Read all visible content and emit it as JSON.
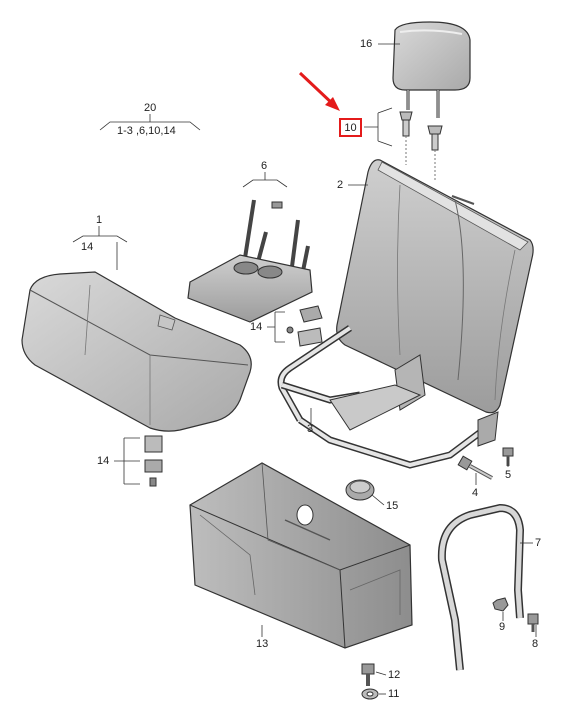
{
  "callouts": {
    "c1": "1",
    "c2": "2",
    "c3": "3",
    "c4": "4",
    "c5": "5",
    "c6": "6",
    "c7": "7",
    "c8": "8",
    "c9": "9",
    "c10": "10",
    "c11": "11",
    "c12": "12",
    "c13": "13",
    "c14a": "14",
    "c14b": "14",
    "c14c": "14",
    "c15": "15",
    "c16": "16",
    "c20": "20",
    "c20_sub": "1-3 ,6,10,14"
  },
  "highlight": {
    "color": "#e41b1b",
    "part": "10"
  }
}
